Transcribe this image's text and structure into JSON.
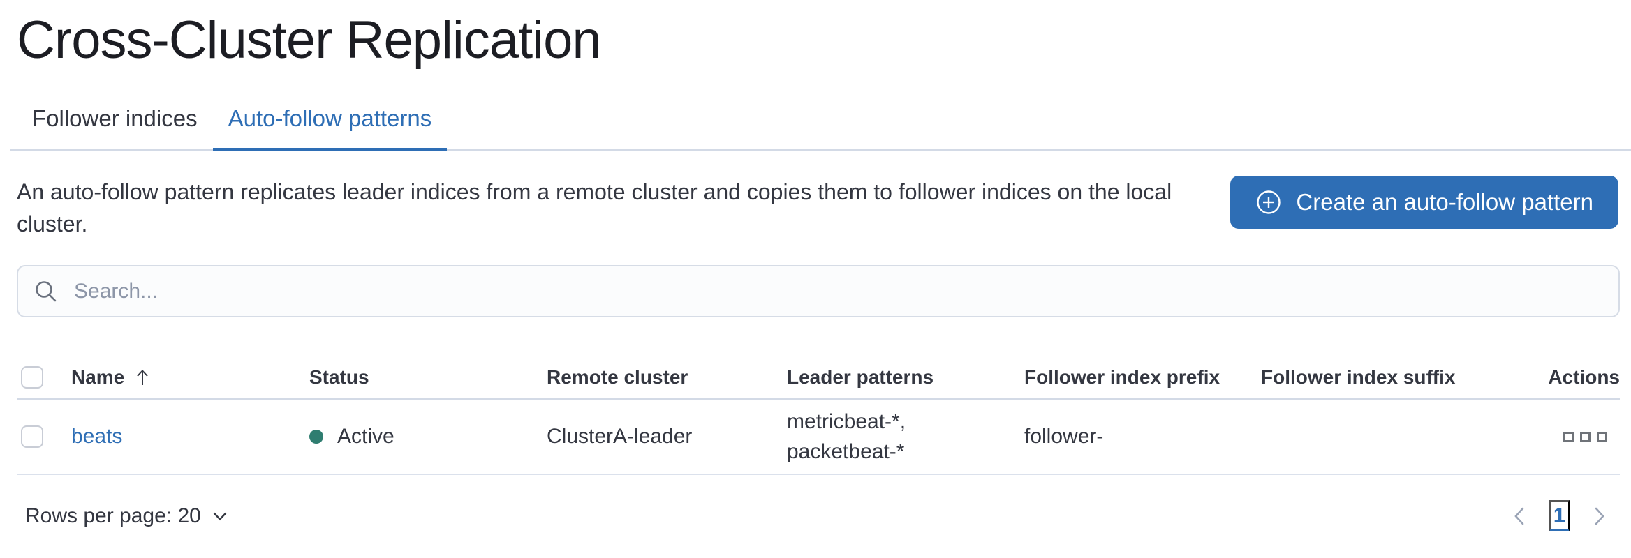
{
  "page": {
    "title": "Cross-Cluster Replication"
  },
  "tabs": [
    {
      "label": "Follower indices",
      "active": false
    },
    {
      "label": "Auto-follow patterns",
      "active": true
    }
  ],
  "description": "An auto-follow pattern replicates leader indices from a remote cluster and copies them to follower indices on the local cluster.",
  "create_button": {
    "label": "Create an auto-follow pattern",
    "icon": "plus-in-circle-icon"
  },
  "search": {
    "placeholder": "Search...",
    "value": "",
    "icon": "search-icon"
  },
  "table": {
    "columns": [
      "Name",
      "Status",
      "Remote cluster",
      "Leader patterns",
      "Follower index prefix",
      "Follower index suffix",
      "Actions"
    ],
    "sort": {
      "column": "Name",
      "direction": "ascending"
    },
    "rows": [
      {
        "name": "beats",
        "status": "Active",
        "remote_cluster": "ClusterA-leader",
        "leader_patterns_lines": [
          "metricbeat-*,",
          "packetbeat-*"
        ],
        "follower_index_prefix": "follower-",
        "follower_index_suffix": ""
      }
    ]
  },
  "pagination": {
    "rows_per_page_label": "Rows per page: 20",
    "current_page": "1"
  },
  "colors": {
    "primary": "#2e6eb5",
    "status_active_dot": "#2f7d70",
    "border": "#d3dae6",
    "text": "#343741",
    "title_text": "#1c1d23",
    "placeholder": "#8d96a8"
  }
}
